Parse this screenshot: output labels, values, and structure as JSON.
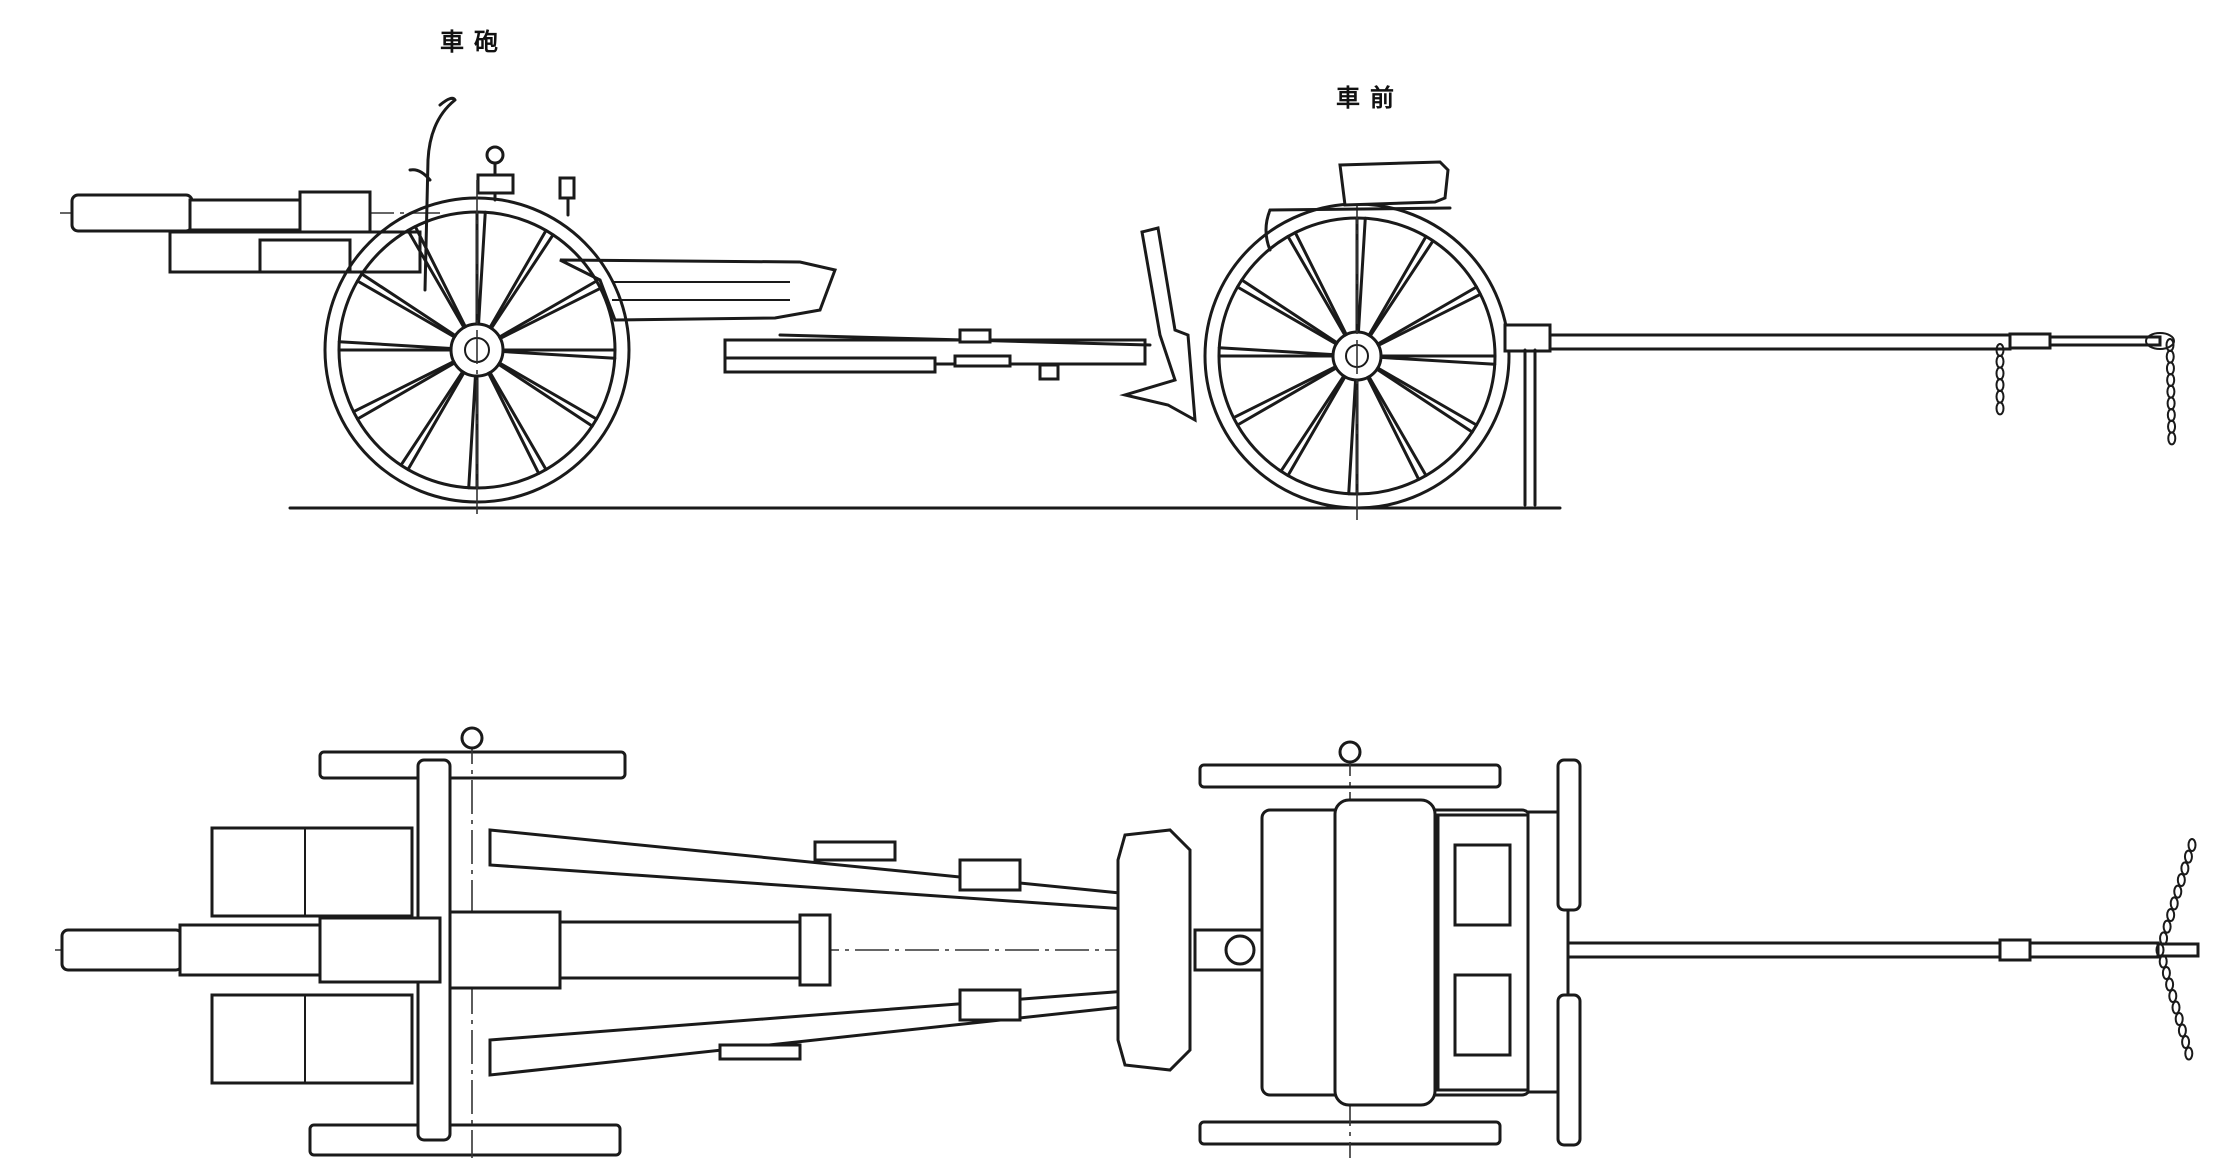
{
  "labels": {
    "gun_carriage": "車砲",
    "limber": "車前"
  },
  "colors": {
    "background": "#ffffff",
    "line": "#1a1a1a"
  },
  "views": [
    "side-elevation",
    "plan-view"
  ]
}
